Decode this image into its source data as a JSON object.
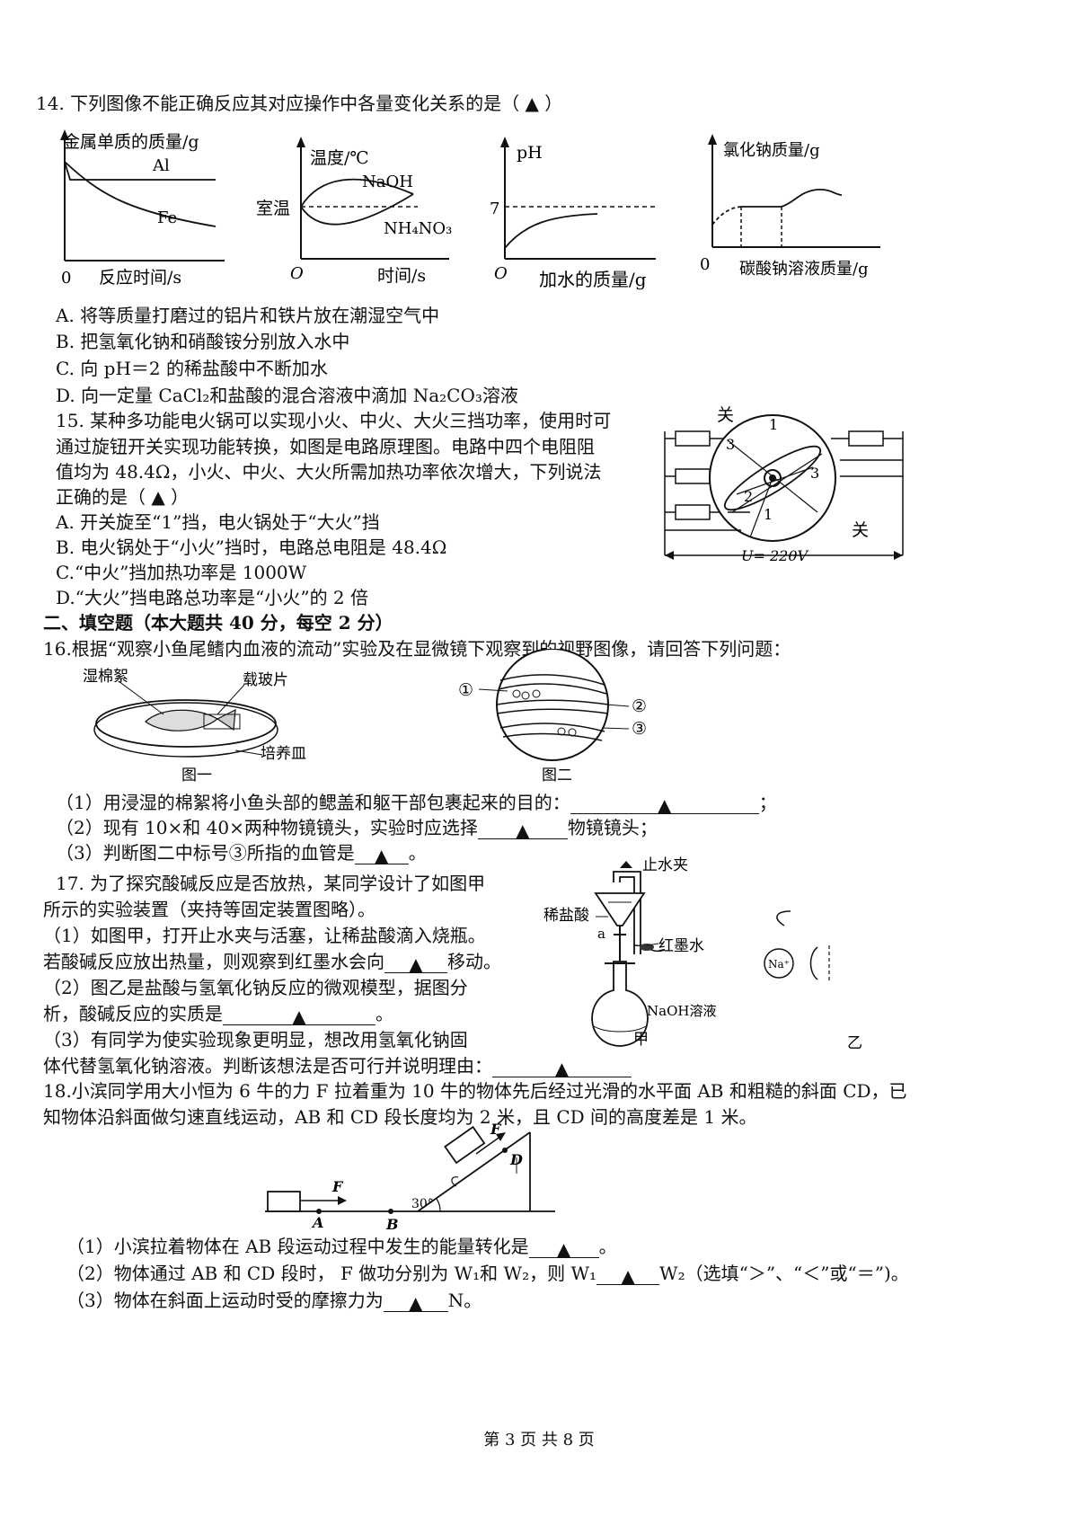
{
  "q14": {
    "stem": "14.  下列图像不能正确反应其对应操作中各量变化关系的是（   ▲   ）",
    "graph1": {
      "ylabel": "金属单质的质量/g",
      "al": "Al",
      "fe": "Fe",
      "origin": "0",
      "xlabel": "反应时间/s"
    },
    "graph2": {
      "ylabel": "温度/℃",
      "naoh": "NaOH",
      "room": "室温",
      "nh4no3": "NH₄NO₃",
      "origin": "O",
      "xlabel": "时间/s"
    },
    "graph3": {
      "ylabel": "pH",
      "seven": "7",
      "origin": "O",
      "xlabel": "加水的质量/g"
    },
    "graph4": {
      "ylabel": "氯化钠质量/g",
      "origin": "0",
      "xlabel": "碳酸钠溶液质量/g"
    },
    "optA": "A. 将等质量打磨过的铝片和铁片放在潮湿空气中",
    "optB": "B. 把氢氧化钠和硝酸铵分别放入水中",
    "optC": "C. 向 pH＝2 的稀盐酸中不断加水",
    "optD": "D. 向一定量 CaCl₂和盐酸的混合溶液中滴加 Na₂CO₃溶液"
  },
  "q15": {
    "line1": "15. 某种多功能电火锅可以实现小火、中火、大火三挡功率，使用时可",
    "line2": "通过旋钮开关实现功能转换，如图是电路原理图。电路中四个电阻阻",
    "line3": "值均为 48.4Ω，小火、中火、大火所需加热功率依次增大，下列说法",
    "line4": "正确的是（  ▲  ）",
    "optA": "A. 开关旋至“1”挡，电火锅处于“大火”挡",
    "optB": "B. 电火锅处于“小火”挡时，电路总电阻是 48.4Ω",
    "optC": "C.“中火”挡加热功率是 1000W",
    "optD": "D.“大火”挡电路总功率是“小火”的 2 倍",
    "fig": {
      "guan1": "关",
      "guan2": "关",
      "n1": "1",
      "n1b": "1",
      "n2": "2",
      "n3": "3",
      "n3b": "3",
      "voltage": "U= 220V"
    }
  },
  "section2": "二、填空题（本大题共 40 分，每空 2 分）",
  "q16": {
    "stem": "16.根据“观察小鱼尾鳍内血液的流动”实验及在显微镜下观察到的视野图像，请回答下列问题：",
    "fig1": {
      "label_cotton": "湿棉絮",
      "label_slide": "载玻片",
      "label_dish": "培养皿",
      "caption": "图一"
    },
    "fig2": {
      "m1": "①",
      "m2": "②",
      "m3": "③",
      "caption": "图二"
    },
    "p1": "（1）用浸湿的棉絮将小鱼头部的鳃盖和躯干部包裹起来的目的：",
    "p2a": "（2）现有 10×和 40×两种物镜镜头，实验时应选择",
    "p2b": "物镜镜头；",
    "p3a": "（3）判断图二中标号③所指的血管是",
    "p3b": "。",
    "mark": "▲",
    "semicolon": "；"
  },
  "q17": {
    "line1": "17. 为了探究酸碱反应是否放热，某同学设计了如图甲",
    "line2": "所示的实验装置（夹持等固定装置图略）。",
    "line3": "（1）如图甲，打开止水夹与活塞，让稀盐酸滴入烧瓶。",
    "line4a": "若酸碱反应放出热量，则观察到红墨水会向",
    "line4b": "移动。",
    "line5": "（2）图乙是盐酸与氢氧化钠反应的微观模型，据图分",
    "line6a": "析，酸碱反应的实质是",
    "line6b": "。",
    "line7": "（3）有同学为使实验现象更明显，想改用氢氧化钠固",
    "line8": "体代替氢氧化钠溶液。判断该想法是否可行并说明理由：",
    "mark": "▲",
    "fig": {
      "clamp": "止水夹",
      "acid": "稀盐酸",
      "a": "a",
      "ink": "红墨水",
      "naoh": "NaOH溶液",
      "jia": "甲",
      "yi": "乙",
      "na": "Na⁺"
    }
  },
  "q18": {
    "line1": "18.小滨同学用大小恒为 6 牛的力 F 拉着重为 10 牛的物体先后经过光滑的水平面 AB 和粗糙的斜面 CD，已",
    "line2": "知物体沿斜面做匀速直线运动，AB 和 CD 段长度均为 2 米，且 CD 间的高度差是 1 米。",
    "fig": {
      "f1": "F",
      "f2": "F",
      "a": "A",
      "b": "B",
      "d": "D",
      "angle": "30°"
    },
    "p1a": "（1）小滨拉着物体在 AB 段运动过程中发生的能量转化是",
    "p1b": "。",
    "p2a": "（2）物体通过 AB 和 CD 段时，  F 做功分别为 W₁和 W₂，则 W₁",
    "p2b": "W₂（选填“＞”、“＜”或“＝”)。",
    "p3a": "（3）物体在斜面上运动时受的摩擦力为",
    "p3b": "N。",
    "mark": "▲"
  },
  "footer": "第 3 页 共 8 页"
}
